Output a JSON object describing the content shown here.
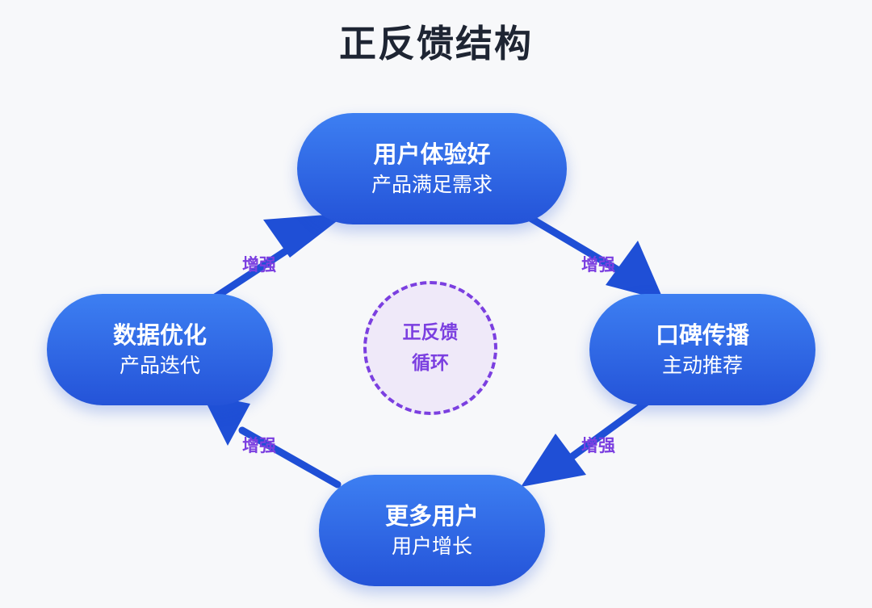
{
  "title": "正反馈结构",
  "center": {
    "line1": "正反馈",
    "line2": "循环"
  },
  "nodes": {
    "top": {
      "name": "用户体验好",
      "desc": "产品满足需求"
    },
    "right": {
      "name": "口碑传播",
      "desc": "主动推荐"
    },
    "bottom": {
      "name": "更多用户",
      "desc": "用户增长"
    },
    "left": {
      "name": "数据优化",
      "desc": "产品迭代"
    }
  },
  "edges": {
    "top_right": "增强",
    "right_bottom": "增强",
    "bottom_left": "增强",
    "left_top": "增强"
  },
  "colors": {
    "node_gradient_start": "#3d7ff2",
    "node_gradient_end": "#2453d8",
    "arrow": "#1f4fd6",
    "accent_purple": "#7b3fe0",
    "title": "#1e2533",
    "background": "#f7f8fa"
  }
}
